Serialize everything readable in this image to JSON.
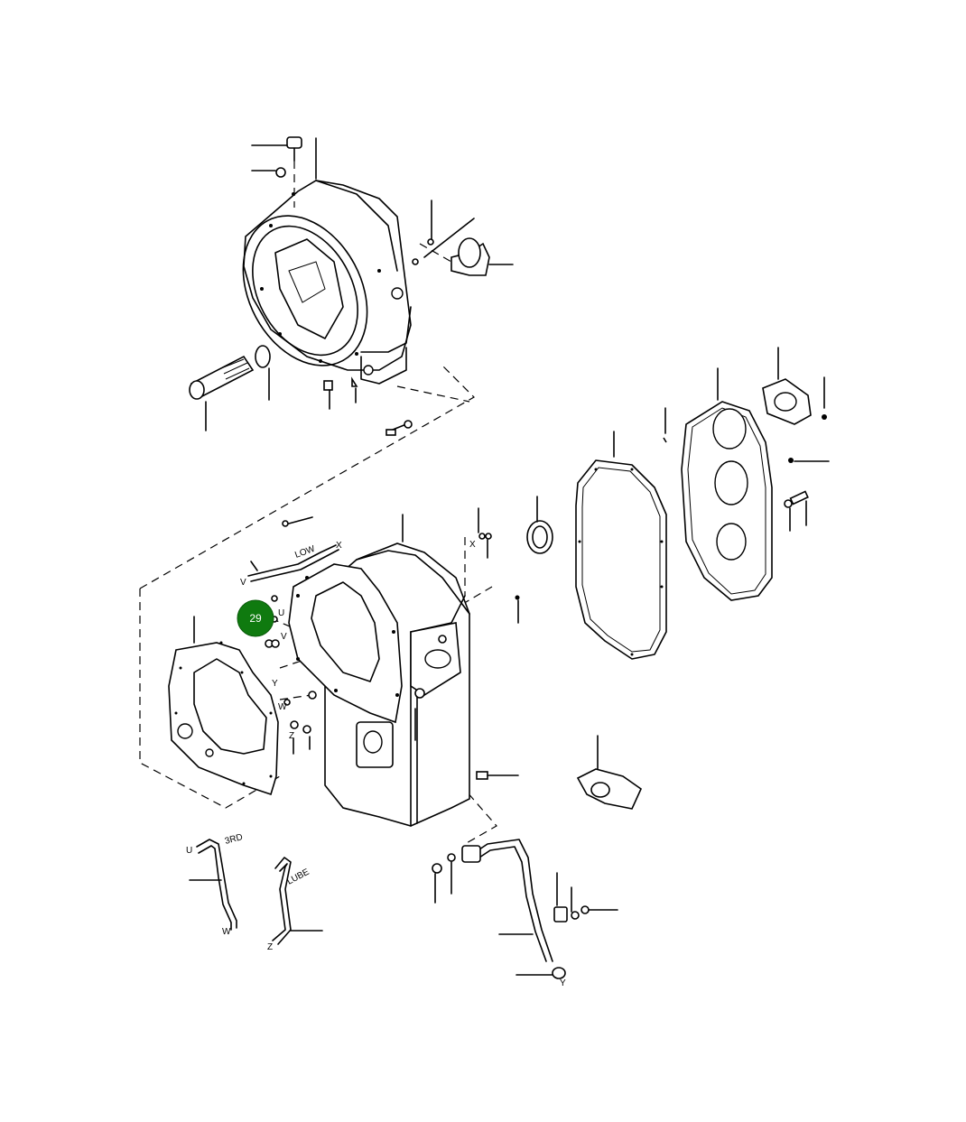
{
  "callouts": [
    {
      "number": "29",
      "color": "#0f7a0f"
    }
  ],
  "pipe_labels": {
    "low": "LOW",
    "third": "3RD",
    "lube": "LUBE"
  },
  "connection_letters": {
    "x": "X",
    "x2": "X",
    "u": "U",
    "u2": "U",
    "v": "V",
    "v2": "V",
    "w": "W",
    "w2": "W",
    "y": "Y",
    "y2": "Y",
    "z": "Z",
    "z2": "Z"
  }
}
